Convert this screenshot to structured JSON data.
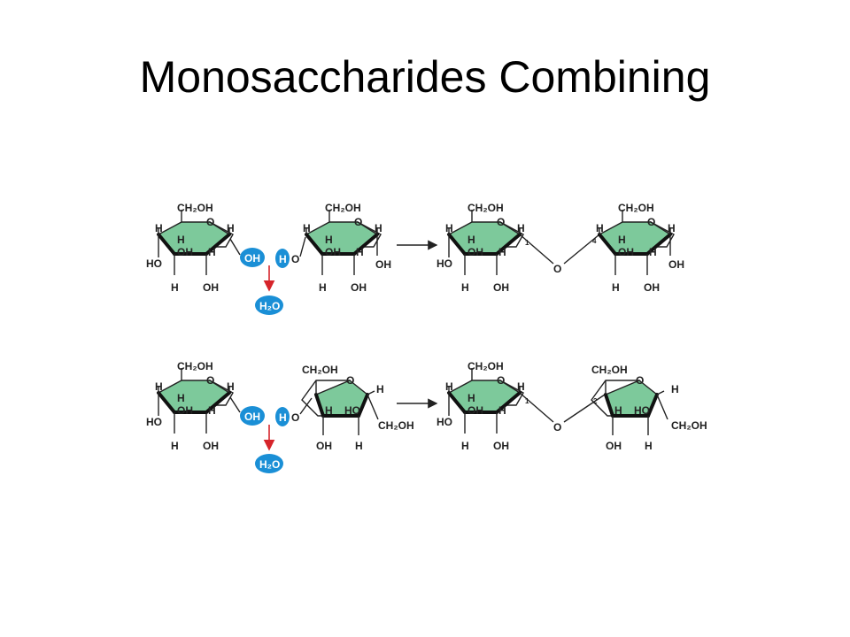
{
  "slide": {
    "title": "Monosaccharides Combining"
  },
  "atoms": {
    "H": "H",
    "O": "O",
    "OH": "OH",
    "HO": "HO",
    "CH2OH": "CH₂OH",
    "H2O": "H₂O"
  },
  "carbon_numbers": {
    "c1": "1",
    "c4": "4",
    "c2": "2"
  },
  "colors": {
    "ring_fill": "#7dc99b",
    "removed_group": "#1a8fd6",
    "water_arrow": "#d6242a",
    "reaction_arrow": "#222222"
  }
}
